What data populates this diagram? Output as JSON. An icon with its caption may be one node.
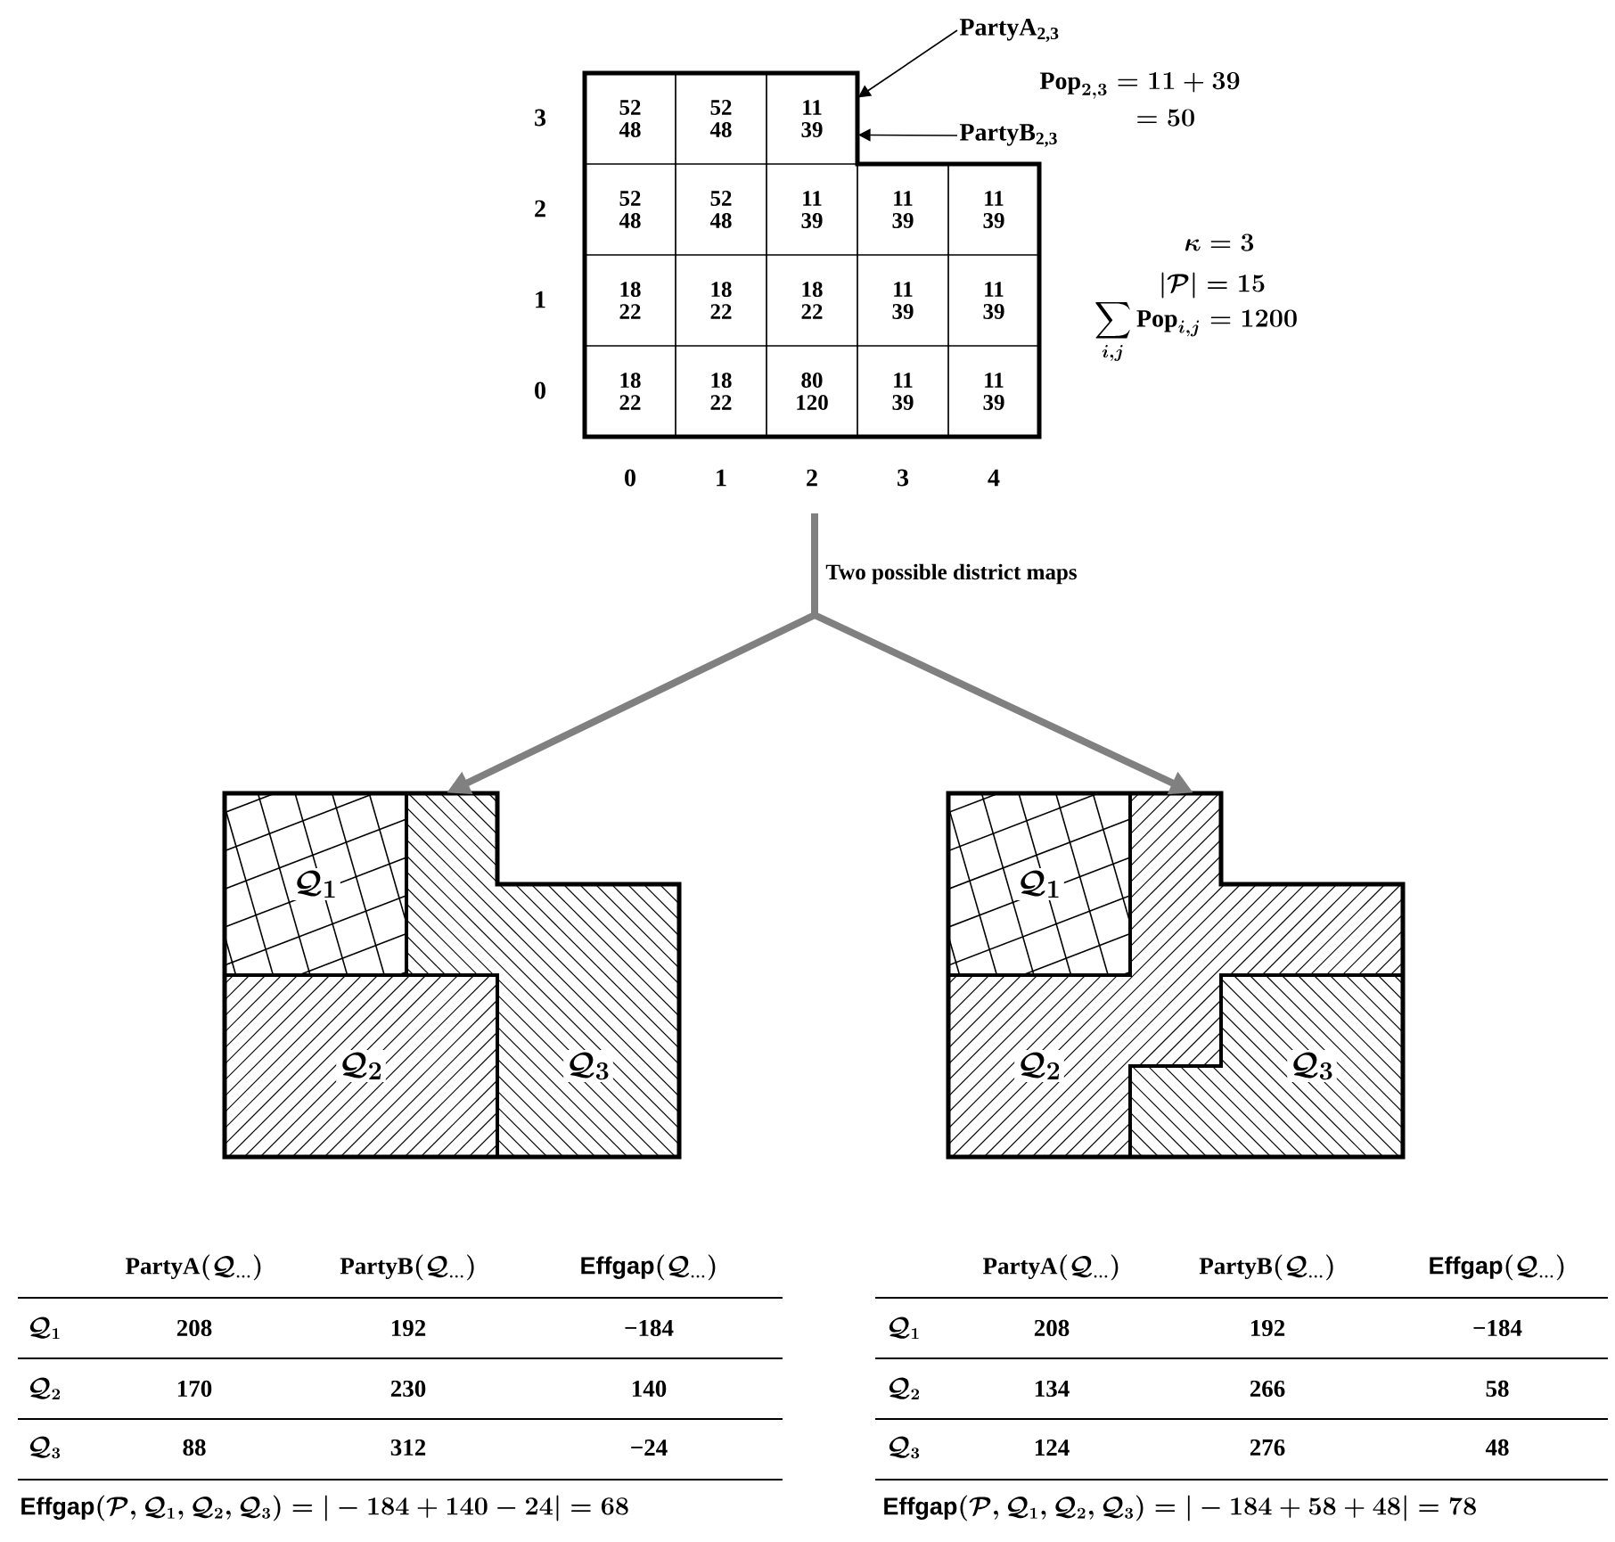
{
  "diagram": {
    "nodes": [
      {
        "text": [
          "52",
          "48"
        ]
      },
      {
        "text": [
          "52",
          "48"
        ]
      },
      {
        "text": [
          "11",
          "39"
        ]
      },
      {
        "text": [
          "52",
          "48"
        ]
      },
      {
        "text": [
          "52",
          "48"
        ]
      },
      {
        "text": [
          "11",
          "39"
        ]
      },
      {
        "text": [
          "11",
          "39"
        ]
      },
      {
        "text": [
          "11",
          "39"
        ]
      },
      {
        "text": [
          "18",
          "22"
        ]
      },
      {
        "text": [
          "18",
          "22"
        ]
      },
      {
        "text": [
          "18",
          "22"
        ]
      },
      {
        "text": [
          "11",
          "39"
        ]
      },
      {
        "text": [
          "11",
          "39"
        ]
      },
      {
        "text": [
          "18",
          "22"
        ]
      },
      {
        "text": [
          "18",
          "22"
        ]
      },
      {
        "text": [
          "80",
          "120"
        ]
      },
      {
        "text": [
          "11",
          "39"
        ]
      },
      {
        "text": [
          "11",
          "39"
        ]
      },
      {
        "text": [
          "PartyA$_{2,3}$"
        ]
      },
      {
        "text": [
          "PartyB$_{2,3}$"
        ]
      },
      {
        "text": [],
        "shape": "box"
      },
      {
        "text": [
          "\\mathcal{Q}_1"
        ],
        "in": 20
      },
      {
        "text": [
          "\\mathcal{Q}_2"
        ],
        "in": 20
      },
      {
        "text": [
          "\\mathcal{Q}_3"
        ],
        "in": 20
      },
      {
        "text": [],
        "shape": "box"
      },
      {
        "text": [
          "\\mathcal{Q}_1"
        ],
        "in": 24
      },
      {
        "text": [
          "\\mathcal{Q}_2"
        ],
        "in": 24
      },
      {
        "text": [
          "\\mathcal{Q}_3"
        ],
        "in": 24
      }
    ],
    "edges": [
      {
        "from": 18,
        "to": 2,
        "arrow": "to"
      },
      {
        "from": 19,
        "to": 2,
        "arrow": "to"
      },
      {
        "from": null,
        "to": 20,
        "arrow": "to",
        "label": "Two possible district maps",
        "style": "thick",
        "color": "#808080"
      },
      {
        "from": null,
        "to": 24,
        "arrow": "to",
        "style": "thick",
        "color": "#808080"
      }
    ],
    "labels": [
      "3",
      "2",
      "1",
      "0",
      "0",
      "1",
      "2",
      "3",
      "4",
      "\\mathrm{Pop}_{2,3} = 11 + 39",
      "= 50",
      "\\kappa = 3",
      "|\\mathcal{P}| = 15",
      "\\sum_{i,j} \\mathrm{Pop}_{i,j} = 1200",
      "\\mathrm{PartyA}(\\mathcal{Q}_{\\dots})",
      "\\mathrm{PartyB}(\\mathcal{Q}_{\\dots})",
      "\\textbf{\\textsf{Effgap}}(\\mathcal{Q}_{\\dots})",
      "\\mathcal{Q}_1",
      "208",
      "192",
      "−184",
      "\\mathcal{Q}_2",
      "170",
      "230",
      "140",
      "\\mathcal{Q}_3",
      "88",
      "312",
      "−24",
      "\\textbf{\\textsf{Effgap}}(\\mathcal{P}, \\mathcal{Q}_1, \\mathcal{Q}_2, \\mathcal{Q}_3) = |-184+140-24| = 68",
      "\\mathrm{PartyA}(\\mathcal{Q}_{\\dots})",
      "\\mathrm{PartyB}(\\mathcal{Q}_{\\dots})",
      "\\textbf{\\textsf{Effgap}}(\\mathcal{Q}_{\\dots})",
      "\\mathcal{Q}_1",
      "208",
      "192",
      "−184",
      "\\mathcal{Q}_2",
      "134",
      "266",
      "58",
      "\\mathcal{Q}_3",
      "124",
      "276",
      "48",
      "\\textbf{\\textsf{Effgap}}(\\mathcal{P}, \\mathcal{Q}_1, \\mathcal{Q}_2, \\mathcal{Q}_3) = |-184+58+48| = 78"
    ]
  }
}
